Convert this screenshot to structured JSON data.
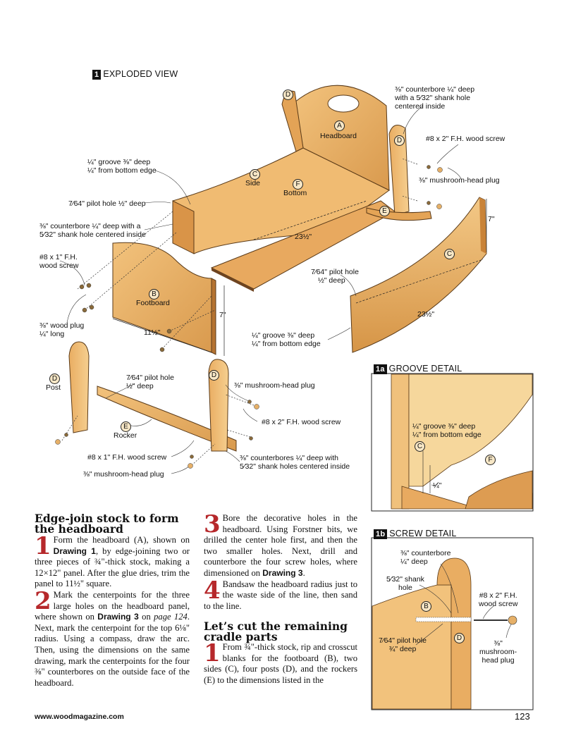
{
  "fig1": {
    "num": "1",
    "title": "EXPLODED VIEW",
    "labels": {
      "d_top": "D",
      "a": "A",
      "headboard": "Headboard",
      "c1": "C",
      "side": "Side",
      "f": "F",
      "bottom": "Bottom",
      "d_right": "D",
      "e_right": "E",
      "c_right": "C",
      "b": "B",
      "footboard": "Footboard",
      "d_post": "D",
      "post": "Post",
      "d_post2": "D",
      "e_rocker": "E",
      "rocker": "Rocker"
    },
    "callouts": {
      "counterbore_top_1": "⅜\" counterbore ¼\" deep",
      "counterbore_top_2": "with a 5⁄32\" shank hole",
      "counterbore_top_3": "centered inside",
      "screw_2in_top": "#8 x 2\" F.H. wood screw",
      "plug_top": "⅜\" mushroom-head plug",
      "groove_1": "¼\" groove ⅜\" deep",
      "groove_2": "¼\" from bottom edge",
      "pilot_left": "7⁄64\" pilot hole ½\" deep",
      "cb_left_1": "⅜\" counterbore ¼\" deep with a",
      "cb_left_2": "5⁄32\" shank hole centered inside",
      "screw_1in_1": "#8 x 1\" F.H.",
      "screw_1in_2": "wood screw",
      "plug_wood_1": "⅜\" wood plug",
      "plug_wood_2": "¼\" long",
      "dim_23_half": "23½\"",
      "dim_7_right": "7\"",
      "pilot_mid_1": "7⁄64\" pilot hole",
      "pilot_mid_2": "½\" deep",
      "dim_7_left": "7\"",
      "dim_11_half": "11½\"",
      "dim_23_half_side": "23½\"",
      "groove_side_1": "¼\" groove ⅜\" deep",
      "groove_side_2": "¼\" from bottom edge",
      "pilot_post_1": "7⁄64\" pilot hole",
      "pilot_post_2": "½\" deep",
      "plug_post": "⅜\" mushroom-head plug",
      "screw_2in_post": "#8 x 2\" F.H. wood screw",
      "screw_1in_rocker": "#8 x 1\" F.H. wood screw",
      "cb_rocker_1": "⅜\" counterbores ¼\" deep with",
      "cb_rocker_2": "5⁄32\" shank holes centered inside",
      "plug_rocker": "⅜\" mushroom-head plug"
    }
  },
  "fig1a": {
    "num": "1a",
    "title": "GROOVE DETAIL",
    "groove_1": "¼\" groove ⅜\" deep",
    "groove_2": "¼\" from bottom edge",
    "c": "C",
    "f": "F",
    "dim": "¼\""
  },
  "fig1b": {
    "num": "1b",
    "title": "SCREW DETAIL",
    "cb_1": "⅜\" counterbore",
    "cb_2": "¼\" deep",
    "shank_1": "5⁄32\" shank",
    "shank_2": "hole",
    "screw_1": "#8 x 2\" F.H.",
    "screw_2": "wood screw",
    "b": "B",
    "pilot_1": "7⁄64\" pilot hole",
    "pilot_2": "¾\" deep",
    "d": "D",
    "plug_1": "⅜\"",
    "plug_2": "mushroom-",
    "plug_3": "head plug"
  },
  "article": {
    "heading1": "Edge-join stock to form the headboard",
    "step1_num": "1",
    "step1_a": "Form the headboard (A), shown on ",
    "step1_ref": "Drawing 1",
    "step1_b": ", by edge-joining two or three pieces of ¾\"-thick stock, making a 12×12\" panel. After the glue dries, trim the panel to 11½\" square.",
    "step2_num": "2",
    "step2_a": "Mark the centerpoints for the three large holes on the headboard panel, where shown on ",
    "step2_ref": "Drawing 3",
    "step2_b": " on ",
    "step2_page": "page 124",
    "step2_c": ". Next, mark the centerpoint for the top 6⅛\" radius. Using a compass, draw the arc. Then, using the dimensions on the same drawing, mark the centerpoints for the four ⅜\" counterbores on the outside face of the headboard.",
    "step3_num": "3",
    "step3_a": "Bore the decorative holes in the headboard. Using Forstner bits, we drilled the center hole first, and then the two smaller holes. Next, drill and counterbore the four screw holes, where dimensioned on ",
    "step3_ref": "Drawing 3",
    "step3_b": ".",
    "step4_num": "4",
    "step4_a": "Bandsaw the headboard radius just to the waste side of the line, then sand to the line.",
    "heading2": "Let’s cut the remaining cradle parts",
    "step5_num": "1",
    "step5_a": "From ¾\"-thick stock, rip and crosscut blanks for the footboard (B), two sides (C), four posts (D), and the rockers (E) to the dimensions listed in the"
  },
  "footer": {
    "url": "www.woodmagazine.com",
    "page": "123"
  }
}
